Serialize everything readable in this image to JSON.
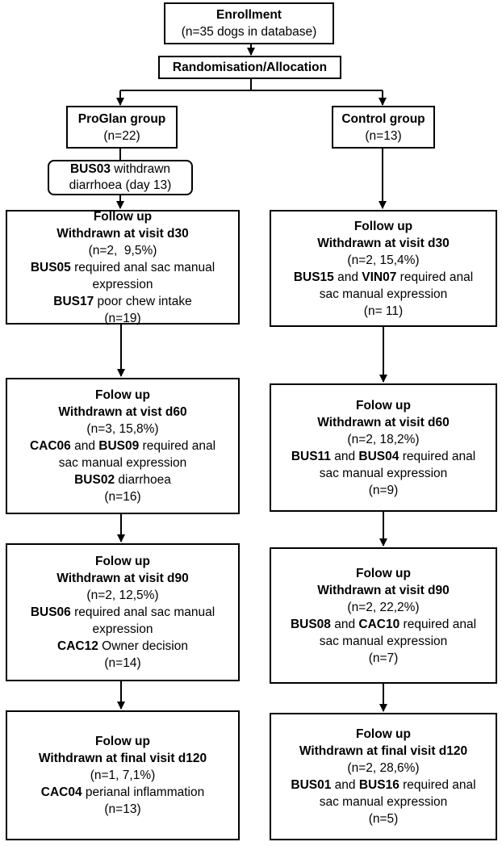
{
  "enrollment": {
    "title": "Enrollment",
    "count": "(n=35 dogs in database)"
  },
  "randomisation": {
    "title": "Randomisation/Allocation"
  },
  "proglan": {
    "group": {
      "title": "ProGlan group",
      "count": "(n=22)"
    },
    "withdrawal_d13": {
      "id": "BUS03",
      "text1": " withdrawn",
      "text2": "diarrhoea (day 13)"
    },
    "d30": {
      "title": "Follow up",
      "subtitle": "Withdrawn at visit d30",
      "count": "(n=2,  9,5%)",
      "id1": "BUS05",
      "reason1": " required anal sac manual",
      "reason1b": "expression",
      "id2": "BUS17",
      "reason2": " poor chew intake",
      "remaining": "(n=19)"
    },
    "d60": {
      "title": "Folow up",
      "subtitle": "Withdrawn at vist d60",
      "count": "(n=3, 15,8%)",
      "id1": "CAC06",
      "and": " and ",
      "id2": "BUS09",
      "reason1": " required anal",
      "reason1b": "sac manual expression",
      "id3": "BUS02",
      "reason2": " diarrhoea",
      "remaining": "(n=16)"
    },
    "d90": {
      "title": "Folow up",
      "subtitle": "Withdrawn at visit d90",
      "count": "(n=2, 12,5%)",
      "id1": "BUS06",
      "reason1": " required anal sac manual",
      "reason1b": "expression",
      "id2": "CAC12",
      "reason2": " Owner decision",
      "remaining": "(n=14)"
    },
    "d120": {
      "title": "Folow up",
      "subtitle": "Withdrawn at final visit d120",
      "count": "(n=1, 7,1%)",
      "id1": "CAC04",
      "reason1": " perianal inflammation",
      "remaining": "(n=13)"
    }
  },
  "control": {
    "group": {
      "title": "Control group",
      "count": "(n=13)"
    },
    "d30": {
      "title": "Follow up",
      "subtitle": "Withdrawn at visit d30",
      "count": "(n=2, 15,4%)",
      "id1": "BUS15",
      "and": " and ",
      "id2": "VIN07",
      "reason1": " required anal",
      "reason1b": "sac manual expression",
      "remaining": "(n= 11)"
    },
    "d60": {
      "title": "Folow up",
      "subtitle": "Withdrawn at visit d60",
      "count": "(n=2, 18,2%)",
      "id1": "BUS11",
      "and": " and ",
      "id2": "BUS04",
      "reason1": " required anal",
      "reason1b": "sac manual expression",
      "remaining": "(n=9)"
    },
    "d90": {
      "title": "Folow up",
      "subtitle": "Withdrawn at visit d90",
      "count": "(n=2, 22,2%)",
      "id1": "BUS08",
      "and": " and ",
      "id2": "CAC10",
      "reason1": " required anal",
      "reason1b": "sac manual expression",
      "remaining": "(n=7)"
    },
    "d120": {
      "title": "Folow up",
      "subtitle": "Withdrawn at final visit d120",
      "count": "(n=2, 28,6%)",
      "id1": "BUS01",
      "and": " and ",
      "id2": "BUS16",
      "reason1": " required anal",
      "reason1b": "sac manual expression",
      "remaining": "(n=5)"
    }
  }
}
